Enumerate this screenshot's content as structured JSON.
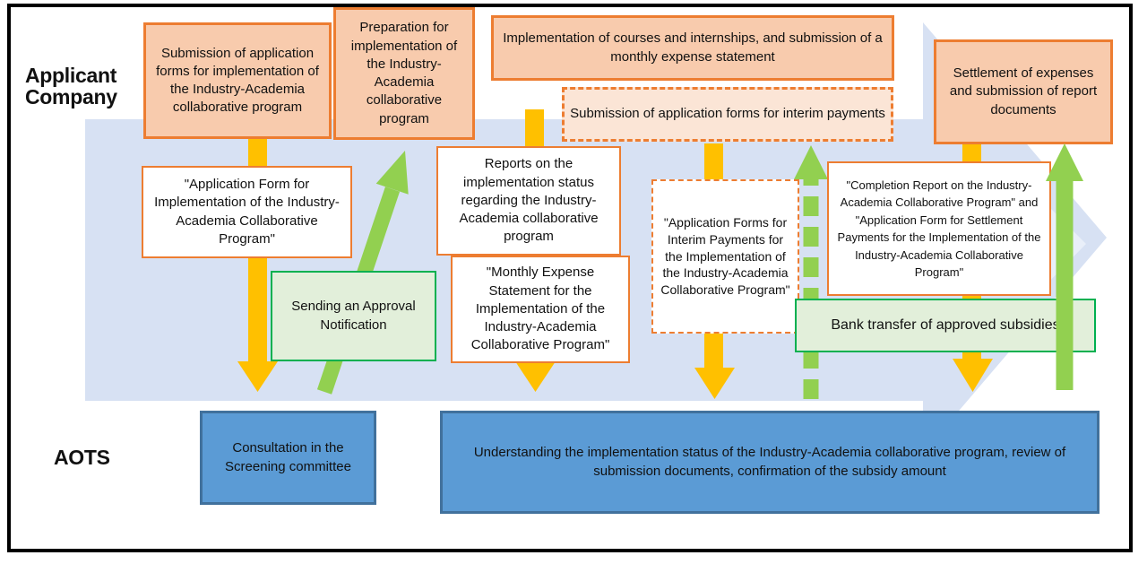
{
  "labels": {
    "applicant": "Applicant Company",
    "aots": "AOTS"
  },
  "company_row": {
    "submission": "Submission of application forms for implementation of the Industry-Academia collaborative program",
    "preparation": "Preparation for implementation of the Industry-Academia collaborative program",
    "implementation": "Implementation of courses and internships, and submission of a monthly expense statement",
    "interim_submission": "Submission of application forms for interim payments",
    "settlement": "Settlement of expenses and submission of report documents"
  },
  "documents": {
    "application_form": "\"Application Form for Implementation of the Industry-Academia Collaborative Program\"",
    "reports": "Reports on the implementation status regarding the Industry-Academia collaborative program",
    "monthly_expense": "\"Monthly Expense Statement for the Implementation of the Industry-Academia Collaborative Program\"",
    "interim_form": "\"Application Forms for Interim Payments for the Implementation of the Industry-Academia Collaborative Program\"",
    "completion_report": "\"Completion Report on the Industry-Academia Collaborative Program\" and \"Application Form for Settlement Payments for the Implementation of the Industry-Academia Collaborative Program\""
  },
  "aots_row": {
    "approval": "Sending an Approval Notification",
    "bank_transfer": "Bank transfer of approved subsidies",
    "consultation": "Consultation in the Screening committee",
    "understanding": "Understanding the implementation status of the Industry-Academia collaborative program, review of submission documents, confirmation of the subsidy amount"
  },
  "colors": {
    "orange_border": "#ED7D31",
    "orange_fill": "#F8CBAD",
    "peach_fill": "#FBE5D6",
    "green_border": "#00B050",
    "green_fill": "#E2EFDA",
    "blue_fill": "#5B9BD5",
    "blue_border": "#41719C",
    "arrow_yellow": "#FFC000",
    "arrow_green": "#92D050",
    "background_arrow": "#D7E1F3"
  }
}
